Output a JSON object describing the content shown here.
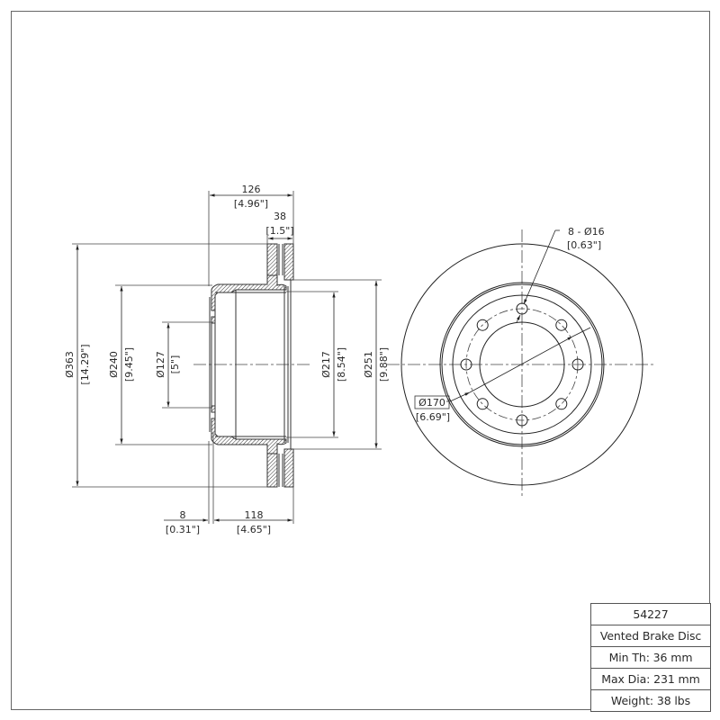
{
  "drawing": {
    "side_view": {
      "dimensions": {
        "overall_height": {
          "mm": "126",
          "in": "[4.96\"]"
        },
        "disc_thickness": {
          "mm": "38",
          "in": "[1.5\"]"
        },
        "outer_diameter": {
          "mm": "Ø363",
          "in": "[14.29\"]"
        },
        "hat_diameter": {
          "mm": "Ø240",
          "in": "[9.45\"]"
        },
        "center_bore": {
          "mm": "Ø127",
          "in": "[5\"]"
        },
        "inner_diameter": {
          "mm": "Ø217",
          "in": "[8.54\"]"
        },
        "friction_inner_diameter": {
          "mm": "Ø251",
          "in": "[9.88\"]"
        },
        "hat_offset": {
          "mm": "8",
          "in": "[0.31\"]"
        },
        "hat_depth": {
          "mm": "118",
          "in": "[4.65\"]"
        }
      }
    },
    "front_view": {
      "bolt_holes": {
        "mm": "8 - Ø16",
        "in": "[0.63\"]"
      },
      "bolt_circle": {
        "mm": "Ø170",
        "in": "[6.69\"]"
      }
    }
  },
  "title_block": {
    "part_number": "54227",
    "description": "Vented Brake Disc",
    "min_thickness": "Min Th: 36 mm",
    "max_diameter": "Max Dia: 231 mm",
    "weight": "Weight: 38 lbs"
  }
}
